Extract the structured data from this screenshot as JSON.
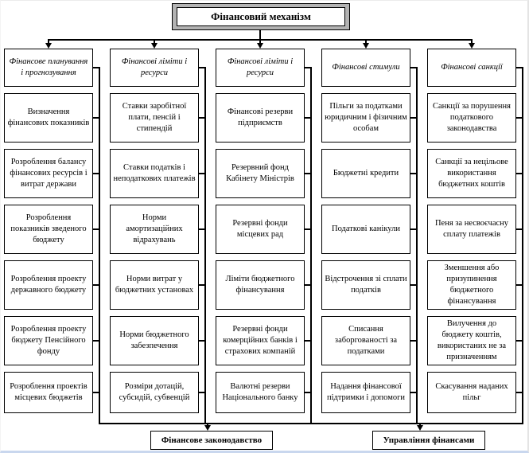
{
  "diagram": {
    "root": "Фінансовий механізм",
    "columns": [
      {
        "header": "Фінансове планування і прогнозування",
        "items": [
          "Визначення фінансових показників",
          "Розроблення балансу фінансових ресурсів і витрат держави",
          "Розроблення показників зведеного бюджету",
          "Розроблення проекту державного бюджету",
          "Розроблення проекту бюджету Пенсійного фонду",
          "Розроблення проектів місцевих бюджетів"
        ]
      },
      {
        "header": "Фінансові ліміти і ресурси",
        "items": [
          "Ставки заробітної плати, пенсій і стипендій",
          "Ставки податків і неподаткових платежів",
          "Норми амортизаційних відрахувань",
          "Норми витрат у бюджетних установах",
          "Норми бюджетного забезпечення",
          "Розміри дотацій, субсидій, субвенцій"
        ]
      },
      {
        "header": "Фінансові ліміти і ресурси",
        "items": [
          "Фінансові резерви підприємств",
          "Резервний фонд Кабінету Міністрів",
          "Резервні фонди місцевих рад",
          "Ліміти бюджетного фінансування",
          "Резервні фонди комерційних банків і страхових компаній",
          "Валютні резерви Національного банку"
        ]
      },
      {
        "header": "Фінансові стимули",
        "items": [
          "Пільги за податками юридичним і фізичним особам",
          "Бюджетні кредити",
          "Податкові канікули",
          "Відстрочення зі сплати податків",
          "Списання заборгованості за податками",
          "Надання фінансової підтримки і допомоги"
        ]
      },
      {
        "header": "Фінансові санкції",
        "items": [
          "Санкції за порушення податкового законодавства",
          "Санкції за нецільове використання бюджетних коштів",
          "Пеня за несвоєчасну сплату платежів",
          "Зменшення або призупинення бюджетного фінансування",
          "Вилучення до бюджету коштів, використаних не за призначенням",
          "Скасування наданих пільг"
        ]
      }
    ],
    "footers": [
      "Фінансове законодавство",
      "Управління фінансами"
    ]
  },
  "colors": {
    "line": "#000000",
    "root_frame_fill": "#b3b3b3",
    "page_bottom_edge": "#c9d7ee"
  }
}
